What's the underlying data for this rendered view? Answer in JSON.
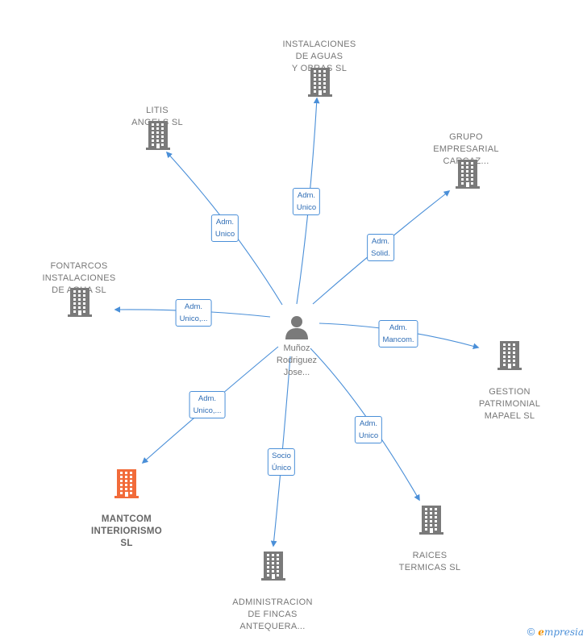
{
  "center": {
    "name": "Muñoz\nRodriguez\nJose..."
  },
  "companies": [
    {
      "id": "instalaciones",
      "name": "INSTALACIONES\nDE AGUAS\nY OBRAS  SL",
      "highlight": false
    },
    {
      "id": "litis",
      "name": "LITIS\nANGELS  SL",
      "highlight": false
    },
    {
      "id": "grupo",
      "name": "GRUPO\nEMPRESARIAL\nCARCAZ...",
      "highlight": false
    },
    {
      "id": "fontarcos",
      "name": "FONTARCOS\nINSTALACIONES\nDE AGUA SL",
      "highlight": false
    },
    {
      "id": "gestion",
      "name": "GESTION\nPATRIMONIAL\nMAPAEL  SL",
      "highlight": false
    },
    {
      "id": "mantcom",
      "name": "MANTCOM\nINTERIORISMO\nSL",
      "highlight": true
    },
    {
      "id": "raices",
      "name": "RAICES\nTERMICAS  SL",
      "highlight": false
    },
    {
      "id": "administracion",
      "name": "ADMINISTRACION\nDE FINCAS\nANTEQUERA...",
      "highlight": false
    }
  ],
  "edges": [
    {
      "to": "instalaciones",
      "label": "Adm.\nUnico"
    },
    {
      "to": "litis",
      "label": "Adm.\nUnico"
    },
    {
      "to": "grupo",
      "label": "Adm.\nSolid."
    },
    {
      "to": "fontarcos",
      "label": "Adm.\nUnico,..."
    },
    {
      "to": "gestion",
      "label": "Adm.\nMancom."
    },
    {
      "to": "mantcom",
      "label": "Adm.\nUnico,..."
    },
    {
      "to": "raices",
      "label": "Adm.\nUnico"
    },
    {
      "to": "administracion",
      "label": "Socio\nÚnico"
    }
  ],
  "colors": {
    "edge": "#4a8fd8",
    "building": "#7a7a7a",
    "building_highlight": "#f26b3a",
    "person": "#7a7a7a"
  },
  "footer": {
    "copyright": "©",
    "brand_initial": "e",
    "brand_rest": "mpresia"
  }
}
